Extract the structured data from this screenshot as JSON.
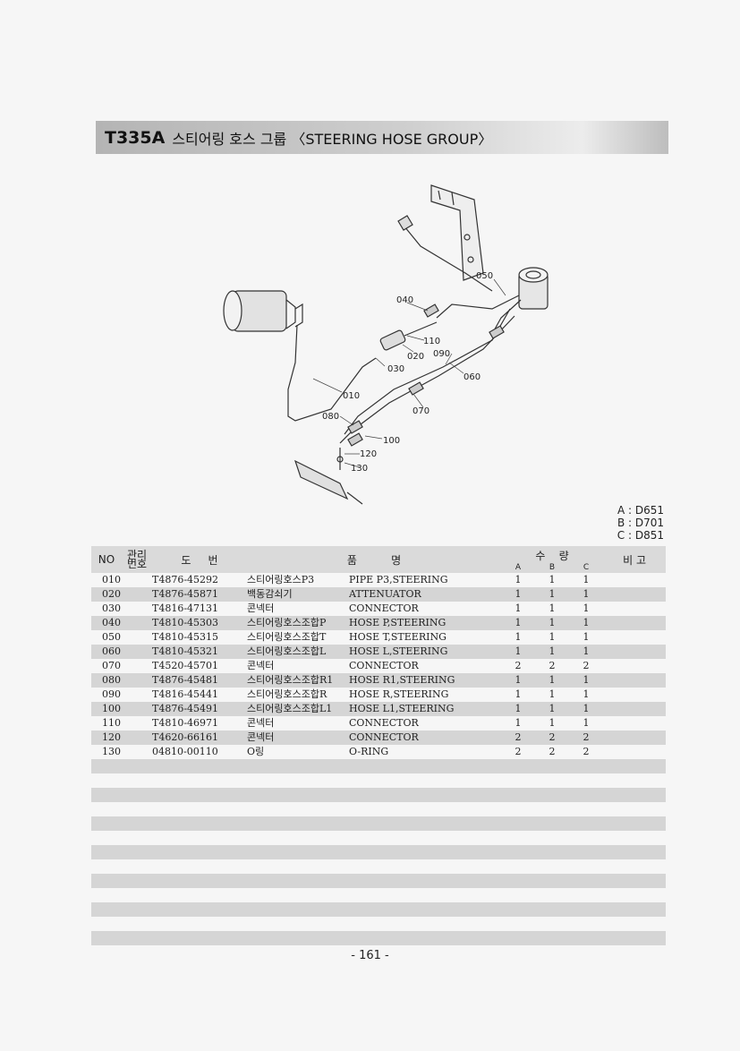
{
  "header": {
    "code": "T335A",
    "title": "스티어링 호스 그룹 〈STEERING HOSE GROUP〉"
  },
  "diagram": {
    "callouts": [
      "010",
      "020",
      "030",
      "040",
      "050",
      "060",
      "070",
      "080",
      "090",
      "100",
      "110",
      "120",
      "130"
    ]
  },
  "models": [
    "A : D651",
    "B : D701",
    "C : D851"
  ],
  "table": {
    "headers": {
      "no": "NO",
      "mgmt": "관리\n번호",
      "drawing": "도     번",
      "name": "품          명",
      "qty": "수    량",
      "qty_a": "A",
      "qty_b": "B",
      "qty_c": "C",
      "remark": "비 고"
    },
    "rows": [
      {
        "no": "010",
        "drawing": "T4876-45292",
        "name_kr": "스티어링호스P3",
        "name_en": "PIPE P3,STEERING",
        "a": "1",
        "b": "1",
        "c": "1"
      },
      {
        "no": "020",
        "drawing": "T4876-45871",
        "name_kr": "백동감쇠기",
        "name_en": "ATTENUATOR",
        "a": "1",
        "b": "1",
        "c": "1"
      },
      {
        "no": "030",
        "drawing": "T4816-47131",
        "name_kr": "콘넥터",
        "name_en": "CONNECTOR",
        "a": "1",
        "b": "1",
        "c": "1"
      },
      {
        "no": "040",
        "drawing": "T4810-45303",
        "name_kr": "스티어링호스조합P",
        "name_en": "HOSE P,STEERING",
        "a": "1",
        "b": "1",
        "c": "1"
      },
      {
        "no": "050",
        "drawing": "T4810-45315",
        "name_kr": "스티어링호스조합T",
        "name_en": "HOSE T,STEERING",
        "a": "1",
        "b": "1",
        "c": "1"
      },
      {
        "no": "060",
        "drawing": "T4810-45321",
        "name_kr": "스티어링호스조합L",
        "name_en": "HOSE L,STEERING",
        "a": "1",
        "b": "1",
        "c": "1"
      },
      {
        "no": "070",
        "drawing": "T4520-45701",
        "name_kr": "콘넥터",
        "name_en": "CONNECTOR",
        "a": "2",
        "b": "2",
        "c": "2"
      },
      {
        "no": "080",
        "drawing": "T4876-45481",
        "name_kr": "스티어링호스조합R1",
        "name_en": "HOSE R1,STEERING",
        "a": "1",
        "b": "1",
        "c": "1"
      },
      {
        "no": "090",
        "drawing": "T4816-45441",
        "name_kr": "스티어링호스조합R",
        "name_en": "HOSE R,STEERING",
        "a": "1",
        "b": "1",
        "c": "1"
      },
      {
        "no": "100",
        "drawing": "T4876-45491",
        "name_kr": "스티어링호스조합L1",
        "name_en": "HOSE L1,STEERING",
        "a": "1",
        "b": "1",
        "c": "1"
      },
      {
        "no": "110",
        "drawing": "T4810-46971",
        "name_kr": "콘넥터",
        "name_en": "CONNECTOR",
        "a": "1",
        "b": "1",
        "c": "1"
      },
      {
        "no": "120",
        "drawing": "T4620-66161",
        "name_kr": "콘넥터",
        "name_en": "CONNECTOR",
        "a": "2",
        "b": "2",
        "c": "2"
      },
      {
        "no": "130",
        "drawing": "04810-00110",
        "name_kr": "O링",
        "name_en": "O-RING",
        "a": "2",
        "b": "2",
        "c": "2"
      },
      {
        "no": "",
        "drawing": "",
        "name_kr": "",
        "name_en": "",
        "a": "",
        "b": "",
        "c": ""
      },
      {
        "no": "",
        "drawing": "",
        "name_kr": "",
        "name_en": "",
        "a": "",
        "b": "",
        "c": ""
      },
      {
        "no": "",
        "drawing": "",
        "name_kr": "",
        "name_en": "",
        "a": "",
        "b": "",
        "c": ""
      },
      {
        "no": "",
        "drawing": "",
        "name_kr": "",
        "name_en": "",
        "a": "",
        "b": "",
        "c": ""
      },
      {
        "no": "",
        "drawing": "",
        "name_kr": "",
        "name_en": "",
        "a": "",
        "b": "",
        "c": ""
      },
      {
        "no": "",
        "drawing": "",
        "name_kr": "",
        "name_en": "",
        "a": "",
        "b": "",
        "c": ""
      },
      {
        "no": "",
        "drawing": "",
        "name_kr": "",
        "name_en": "",
        "a": "",
        "b": "",
        "c": ""
      },
      {
        "no": "",
        "drawing": "",
        "name_kr": "",
        "name_en": "",
        "a": "",
        "b": "",
        "c": ""
      },
      {
        "no": "",
        "drawing": "",
        "name_kr": "",
        "name_en": "",
        "a": "",
        "b": "",
        "c": ""
      },
      {
        "no": "",
        "drawing": "",
        "name_kr": "",
        "name_en": "",
        "a": "",
        "b": "",
        "c": ""
      },
      {
        "no": "",
        "drawing": "",
        "name_kr": "",
        "name_en": "",
        "a": "",
        "b": "",
        "c": ""
      },
      {
        "no": "",
        "drawing": "",
        "name_kr": "",
        "name_en": "",
        "a": "",
        "b": "",
        "c": ""
      },
      {
        "no": "",
        "drawing": "",
        "name_kr": "",
        "name_en": "",
        "a": "",
        "b": "",
        "c": ""
      }
    ]
  },
  "footer": {
    "page": "- 161 -"
  }
}
